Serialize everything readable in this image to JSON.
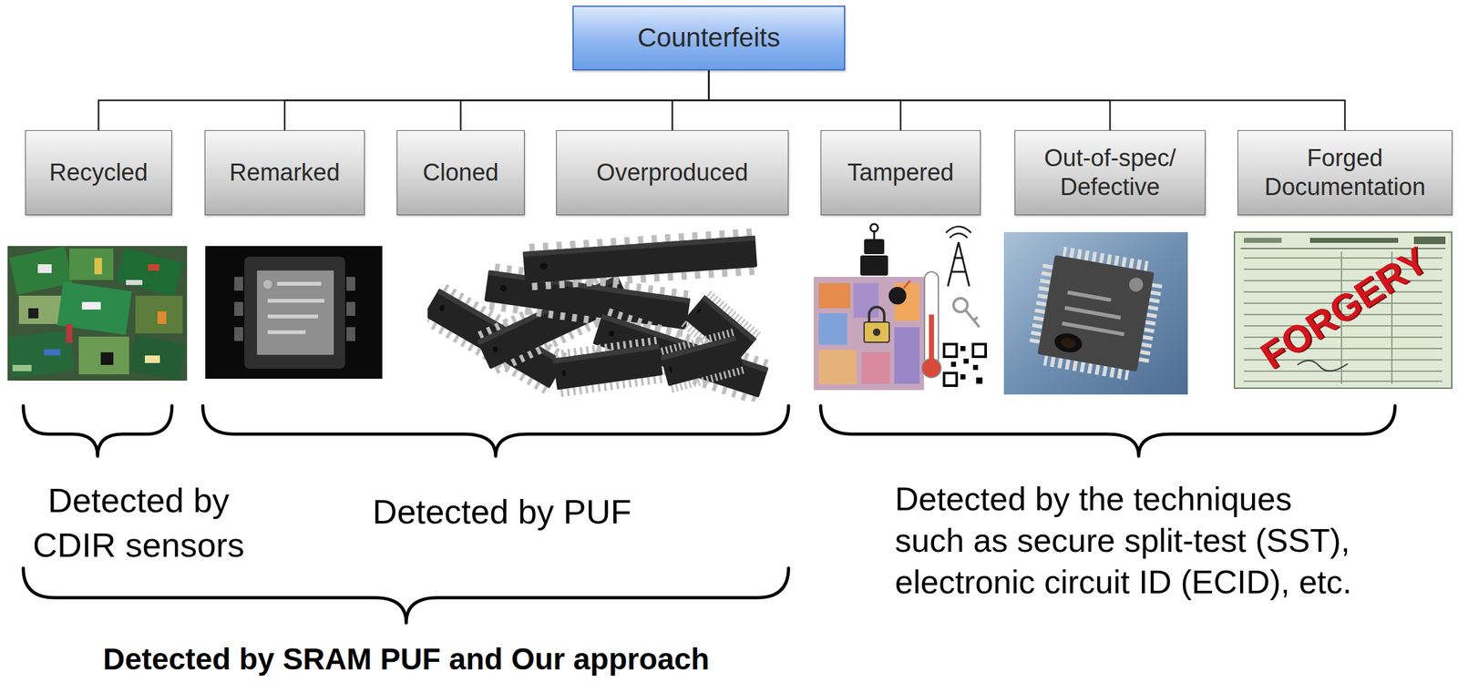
{
  "diagram": {
    "nodes": [
      {
        "text": [
          "Counterfeits"
        ]
      },
      {
        "text": [
          "Recycled"
        ]
      },
      {
        "text": [
          "Remarked"
        ]
      },
      {
        "text": [
          "Cloned"
        ]
      },
      {
        "text": [
          "Overproduced"
        ]
      },
      {
        "text": [
          "Tampered"
        ]
      },
      {
        "text": [
          "Out-of-spec/ Defective"
        ]
      },
      {
        "text": [
          "Forged Documentation"
        ]
      }
    ],
    "edges": [
      {
        "from": 0,
        "to": 1,
        "arrow": "none"
      },
      {
        "from": 0,
        "to": 2,
        "arrow": "none"
      },
      {
        "from": 0,
        "to": 3,
        "arrow": "none"
      },
      {
        "from": 0,
        "to": 4,
        "arrow": "none"
      },
      {
        "from": 0,
        "to": 5,
        "arrow": "none"
      },
      {
        "from": 0,
        "to": 6,
        "arrow": "none"
      },
      {
        "from": 0,
        "to": 7,
        "arrow": "none"
      }
    ],
    "labels": [
      "FORGERY",
      "Detected by CDIR sensors",
      "Detected by PUF",
      "Detected by the techniques such as secure split-test (SST), electronic circuit ID (ECID), etc.",
      "Detected by SRAM PUF and Our approach"
    ]
  }
}
